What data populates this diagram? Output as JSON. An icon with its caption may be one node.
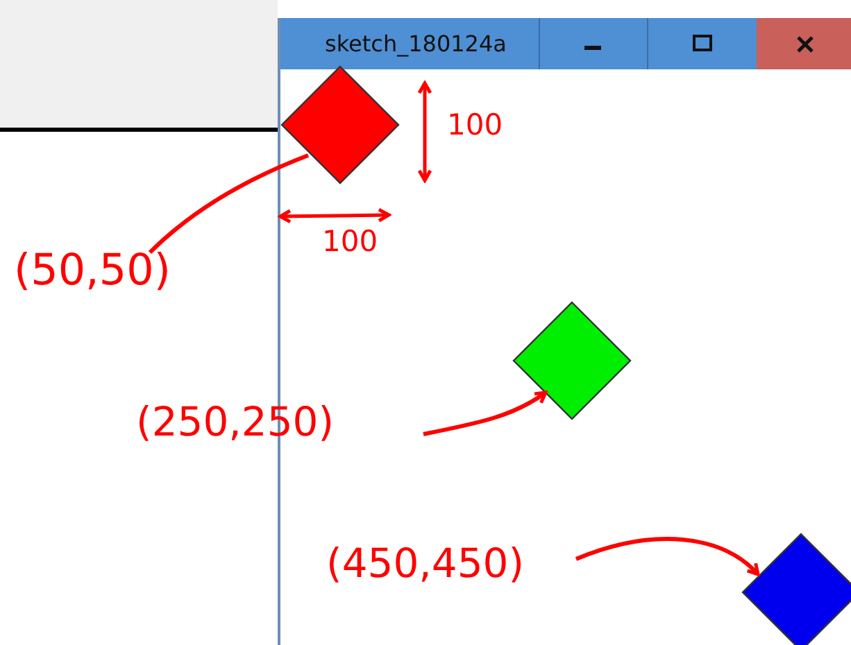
{
  "diagram": {
    "nodes": [
      {
        "text": [
          "sketch_180124a"
        ]
      },
      {
        "text": [],
        "shape": "diamond",
        "in": 0
      },
      {
        "text": [
          "(50,50)"
        ]
      },
      {
        "text": [],
        "shape": "diamond",
        "in": 0
      },
      {
        "text": [
          "(250,250)"
        ]
      },
      {
        "text": [
          "(450,450)"
        ],
        "in": 0
      },
      {
        "text": [],
        "shape": "diamond",
        "in": 0
      }
    ],
    "edges": [
      {
        "from": 2,
        "to": 1,
        "arrow": "none"
      },
      {
        "from": 4,
        "to": 3,
        "arrow": "to"
      },
      {
        "from": 5,
        "to": 6,
        "arrow": "to"
      }
    ],
    "labels": [
      "100",
      "100"
    ]
  }
}
